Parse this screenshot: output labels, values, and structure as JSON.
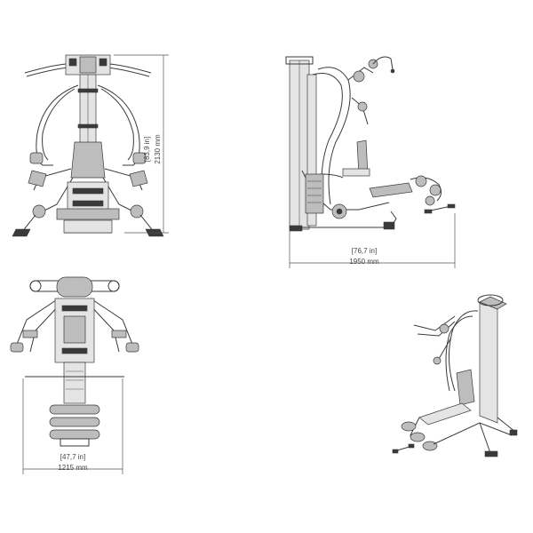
{
  "dimensions": {
    "height": {
      "inches": "[83,9 in]",
      "mm": "2130 mm"
    },
    "length": {
      "inches": "[76,7 in]",
      "mm": "1950 mm"
    },
    "width": {
      "inches": "[47,7 in]",
      "mm": "1215 mm"
    }
  },
  "colors": {
    "line": "#3a3a3a",
    "fill_dark": "#3a3a3a",
    "fill_grey": "#bdbdbd",
    "background": "#ffffff"
  }
}
